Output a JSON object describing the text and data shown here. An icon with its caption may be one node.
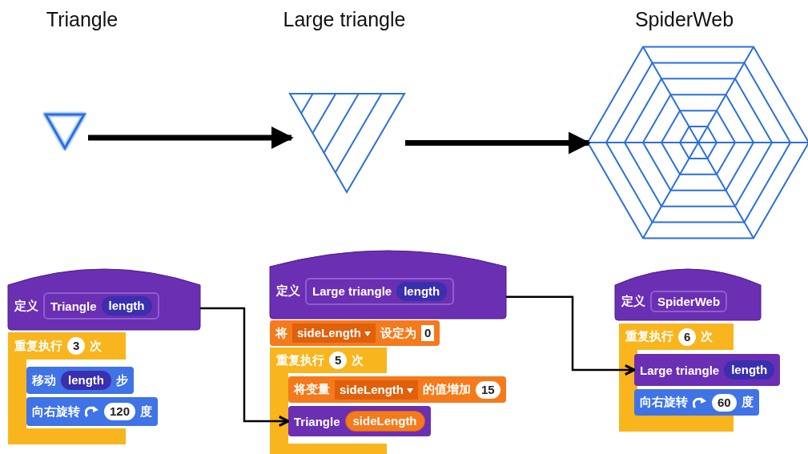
{
  "diagram": {
    "nodes": [
      {
        "text": [
          "Triangle"
        ]
      },
      {
        "text": [
          "Large triangle"
        ]
      },
      {
        "text": [
          "SpiderWeb"
        ]
      },
      {
        "text": [
          "定义",
          "Triangle",
          "length"
        ]
      },
      {
        "text": [
          "重复执行",
          "3",
          "次"
        ]
      },
      {
        "text": [
          "移动",
          "length",
          "步"
        ]
      },
      {
        "text": [
          "向右旋转",
          "120",
          "度"
        ]
      },
      {
        "text": [
          "定义",
          "Large triangle",
          "length"
        ]
      },
      {
        "text": [
          "将",
          "sideLength",
          "设定为",
          "0"
        ]
      },
      {
        "text": [
          "重复执行",
          "5",
          "次"
        ]
      },
      {
        "text": [
          "将变量",
          "sideLength",
          "的值增加",
          "15"
        ]
      },
      {
        "text": [
          "Triangle",
          "sideLength"
        ]
      },
      {
        "text": [
          "定义",
          "SpiderWeb"
        ]
      },
      {
        "text": [
          "重复执行",
          "6",
          "次"
        ]
      },
      {
        "text": [
          "Large triangle",
          "length"
        ]
      },
      {
        "text": [
          "向右旋转",
          "60",
          "度"
        ]
      }
    ],
    "edges": [
      {
        "from": 0,
        "to": 1,
        "arrow": "to",
        "style": "thick"
      },
      {
        "from": 1,
        "to": 2,
        "arrow": "to",
        "style": "thick"
      },
      {
        "from": 3,
        "to": 11,
        "arrow": "to"
      },
      {
        "from": 7,
        "to": 14,
        "arrow": "to"
      }
    ]
  }
}
